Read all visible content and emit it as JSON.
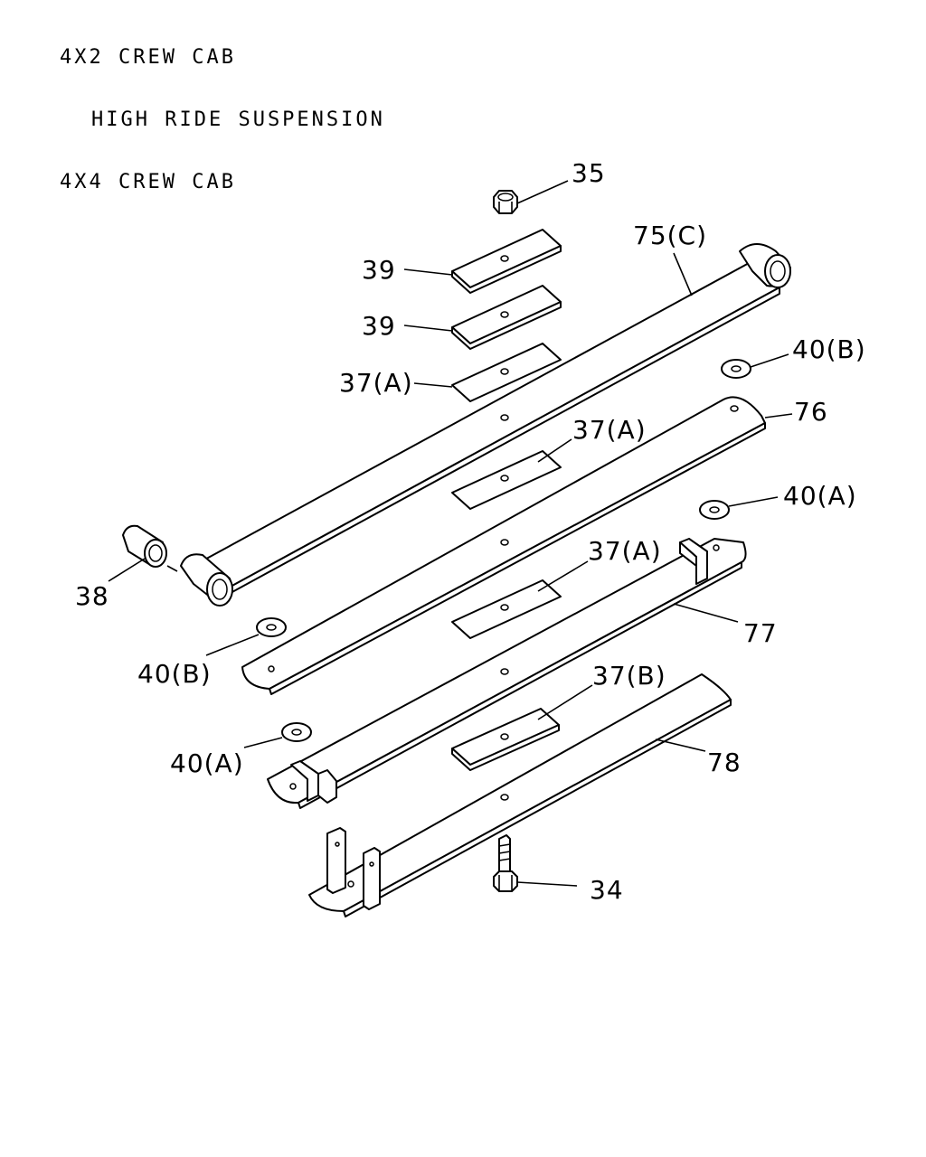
{
  "header": {
    "line1": "4X2 CREW CAB",
    "line2": "HIGH RIDE SUSPENSION",
    "line3": "4X4 CREW CAB"
  },
  "callouts": {
    "c35": "35",
    "c75c": "75(C)",
    "c39a": "39",
    "c39b": "39",
    "c40b_top": "40(B)",
    "c37a_1": "37(A)",
    "c76": "76",
    "c37a_2": "37(A)",
    "c40a_top": "40(A)",
    "c37a_3": "37(A)",
    "c38": "38",
    "c77": "77",
    "c40b_left": "40(B)",
    "c37b": "37(B)",
    "c40a_left": "40(A)",
    "c78": "78",
    "c34": "34"
  }
}
